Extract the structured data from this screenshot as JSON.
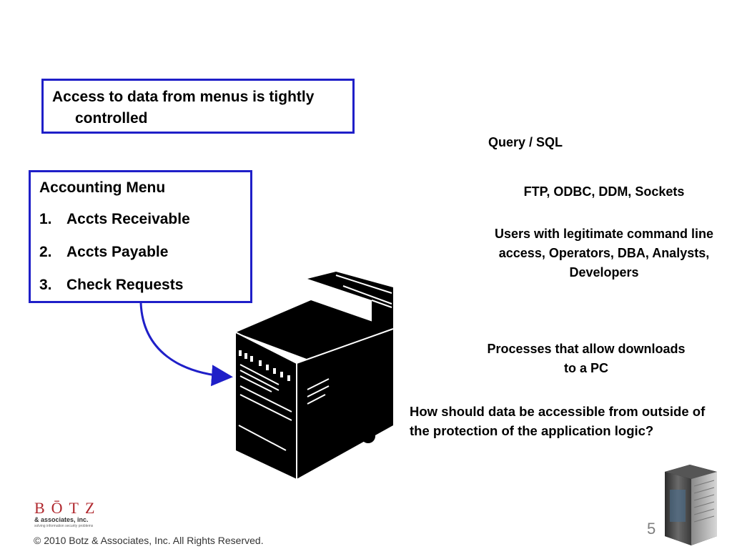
{
  "callout": {
    "text": "Access to data from menus is tightly controlled"
  },
  "menu": {
    "title": "Accounting Menu",
    "items": [
      {
        "num": "1.",
        "label": "Accts Receivable"
      },
      {
        "num": "2.",
        "label": "Accts Payable"
      },
      {
        "num": "3.",
        "label": "Check Requests"
      }
    ]
  },
  "right_labels": {
    "query": "Query / SQL",
    "ftp": "FTP, ODBC, DDM, Sockets",
    "users": "Users with legitimate command line access, Operators, DBA, Analysts, Developers",
    "processes": "Processes that allow downloads to a PC",
    "question": "How should data be accessible from outside of the protection of the application logic?"
  },
  "logo": {
    "brand": "BŌTZ",
    "sub": "& associates, inc.",
    "tagline": "solving information security problems"
  },
  "footer": {
    "copyright": "© 2010 Botz & Associates, Inc. All Rights Reserved.",
    "page_number": "5"
  },
  "colors": {
    "box_border": "#1f1fc8",
    "arrow": "#1f1fc8",
    "logo_red": "#b0272d"
  },
  "icons": [
    "server-tower-icon",
    "small-server-icon",
    "curved-arrow-icon"
  ]
}
